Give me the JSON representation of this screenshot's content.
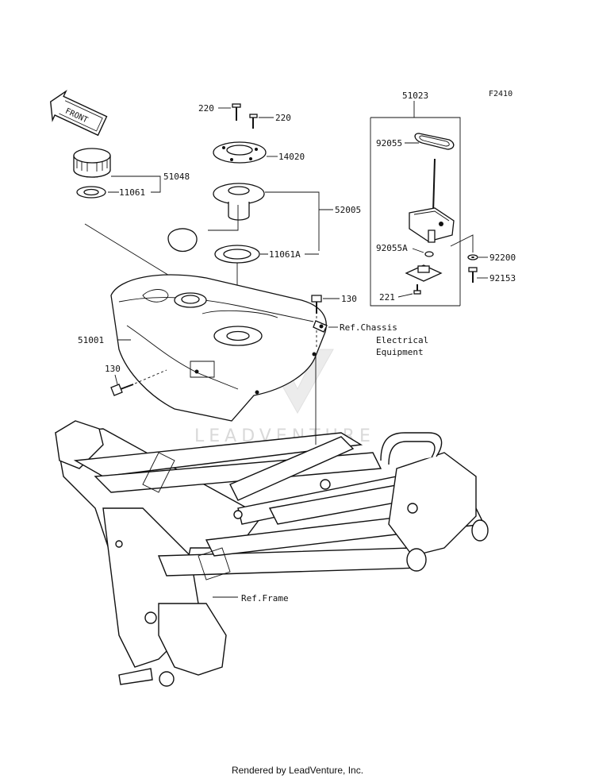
{
  "figure_code": "F2410",
  "front_arrow_label": "FRONT",
  "watermark": "LEADVENTURE",
  "footer": "Rendered by LeadVenture, Inc.",
  "parts": {
    "p220a": "220",
    "p220b": "220",
    "p14020": "14020",
    "p51048": "51048",
    "p11061": "11061",
    "p52005": "52005",
    "p11061A": "11061A",
    "p51023": "51023",
    "p92055": "92055",
    "p92055A": "92055A",
    "p92200": "92200",
    "p92153": "92153",
    "p221": "221",
    "p130a": "130",
    "p130b": "130",
    "p51001": "51001"
  },
  "refs": {
    "chassis_line1": "Ref.Chassis",
    "chassis_line2": "Electrical",
    "chassis_line3": "Equipment",
    "frame": "Ref.Frame"
  }
}
